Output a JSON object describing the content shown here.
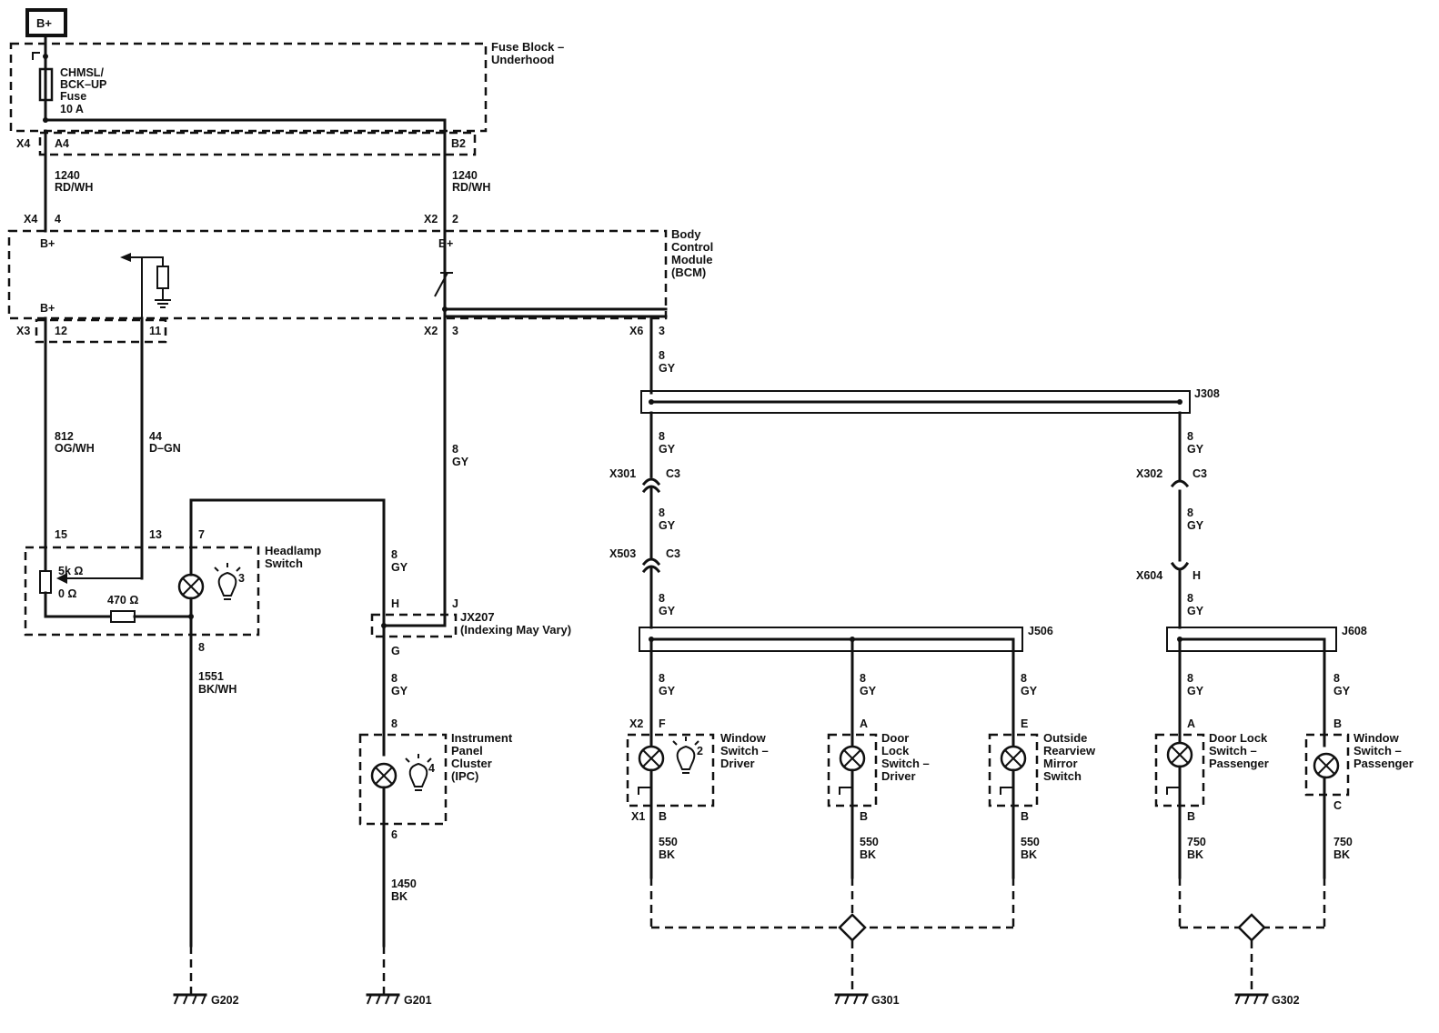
{
  "power": {
    "battery": "B+"
  },
  "fuse_block": {
    "title_line1": "Fuse Block –",
    "title_line2": "Underhood",
    "fuse_line1": "CHMSL/",
    "fuse_line2": "BCK–UP",
    "fuse_line3": "Fuse",
    "fuse_line4": "10 A",
    "conn_left": "X4",
    "pin_a4": "A4",
    "pin_b2": "B2"
  },
  "wire_1240_left": {
    "circuit": "1240",
    "color": "RD/WH"
  },
  "wire_1240_right": {
    "circuit": "1240",
    "color": "RD/WH"
  },
  "bcm": {
    "title_line1": "Body",
    "title_line2": "Control",
    "title_line3": "Module",
    "title_line4": "(BCM)",
    "x4": "X4",
    "x4_pin": "4",
    "x2_top": "X2",
    "x2_top_pin": "2",
    "bplus_left": "B+",
    "bplus_right": "B+",
    "bplus_low": "B+",
    "x3": "X3",
    "x3_pin12": "12",
    "x3_pin11": "11",
    "x2_bot": "X2",
    "x2_bot_pin": "3",
    "x6": "X6",
    "x6_pin": "3"
  },
  "wires": {
    "w812_circuit": "812",
    "w812_color": "OG/WH",
    "w44_circuit": "44",
    "w44_color": "D–GN",
    "gy_circuit": "8",
    "gy_color": "GY",
    "w1551_circuit": "1551",
    "w1551_color": "BK/WH",
    "w1450_circuit": "1450",
    "w1450_color": "BK",
    "w550_circuit": "550",
    "w550_color": "BK",
    "w750_circuit": "750",
    "w750_color": "BK"
  },
  "headlamp_switch": {
    "title_line1": "Headlamp",
    "title_line2": "Switch",
    "pin15": "15",
    "pin13": "13",
    "pin7": "7",
    "pin8": "8",
    "res_top": "5k Ω",
    "res_bot": "0 Ω",
    "res_470": "470 Ω",
    "bulb_num": "3"
  },
  "jx207": {
    "title_line1": "JX207",
    "title_line2": "(Indexing May Vary)",
    "pin_h": "H",
    "pin_j": "J",
    "pin_g": "G"
  },
  "ipc": {
    "title_line1": "Instrument",
    "title_line2": "Panel",
    "title_line3": "Cluster",
    "title_line4": "(IPC)",
    "pin_top": "8",
    "pin_bot": "6",
    "bulb_num": "4"
  },
  "splices": {
    "j308": "J308",
    "j506": "J506",
    "j608": "J608"
  },
  "inline": {
    "x301": "X301",
    "x301_pin": "C3",
    "x503": "X503",
    "x503_pin": "C3",
    "x302": "X302",
    "x302_pin": "C3",
    "x604": "X604",
    "x604_pin": "H"
  },
  "window_driver": {
    "title_line1": "Window",
    "title_line2": "Switch –",
    "title_line3": "Driver",
    "x2": "X2",
    "pin_f": "F",
    "x1": "X1",
    "pin_b": "B",
    "bulb_num": "2"
  },
  "door_lock_driver": {
    "title_line1": "Door",
    "title_line2": "Lock",
    "title_line3": "Switch –",
    "title_line4": "Driver",
    "pin_a": "A",
    "pin_b": "B"
  },
  "mirror_switch": {
    "title_line1": "Outside",
    "title_line2": "Rearview",
    "title_line3": "Mirror",
    "title_line4": "Switch",
    "pin_e": "E",
    "pin_b": "B"
  },
  "door_lock_pass": {
    "title_line1": "Door Lock",
    "title_line2": "Switch –",
    "title_line3": "Passenger",
    "pin_a": "A",
    "pin_b": "B"
  },
  "window_pass": {
    "title_line1": "Window",
    "title_line2": "Switch –",
    "title_line3": "Passenger",
    "pin_b": "B",
    "pin_c": "C"
  },
  "grounds": {
    "g202": "G202",
    "g201": "G201",
    "g301": "G301",
    "g302": "G302"
  }
}
